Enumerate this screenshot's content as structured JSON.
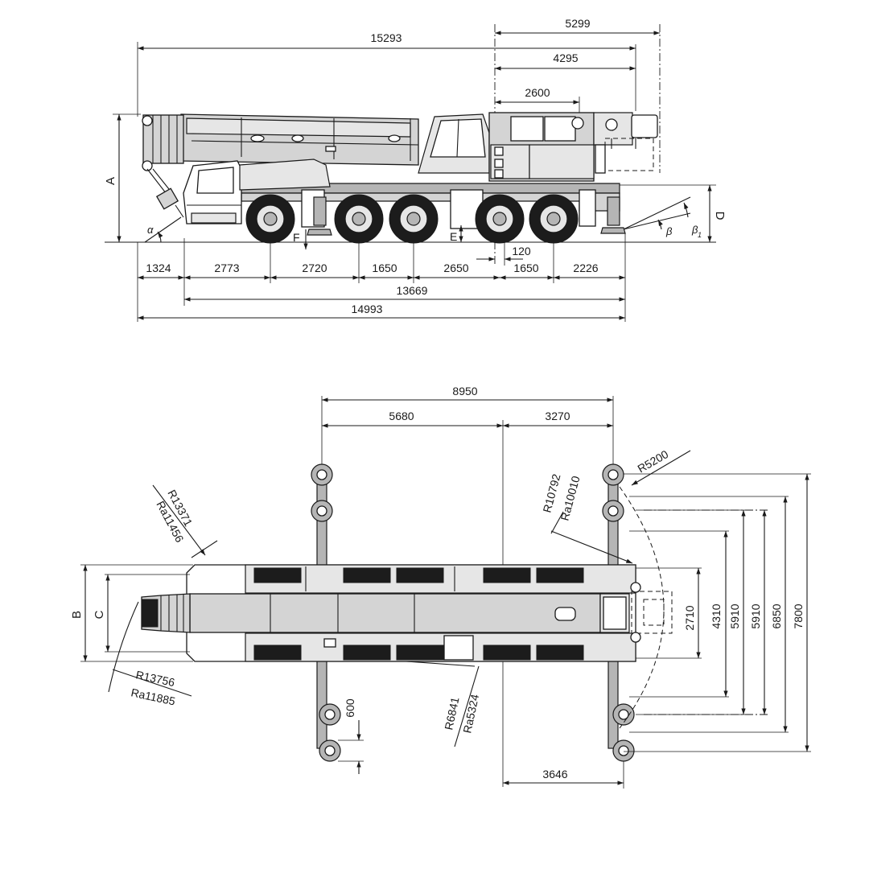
{
  "side_view": {
    "overall_dims": [
      "15293",
      "5299",
      "4295",
      "2600"
    ],
    "letters": {
      "A": "A",
      "D": "D",
      "E": "E",
      "F": "F",
      "alpha": "α",
      "beta": "β",
      "beta1": "β",
      "beta1_sub": "1"
    },
    "axle_dims": [
      "1324",
      "2773",
      "2720",
      "1650",
      "2650",
      "1650",
      "2226"
    ],
    "small_dim": "120",
    "wheelbase_dim": "13669",
    "length_dim": "14993"
  },
  "top_view": {
    "outrigger_span": "8950",
    "front_span": "5680",
    "rear_span": "3270",
    "letters": {
      "B": "B",
      "C": "C"
    },
    "radii": {
      "front_top": "R13371",
      "front_top_a": "Ra11456",
      "front_bottom": "R13756",
      "front_bottom_a": "Ra11885",
      "rear_top": "R10792",
      "rear_top_a": "Ra10010",
      "rear_swing": "R5200",
      "mid": "R6841",
      "mid_a": "Ra5324"
    },
    "widths": [
      "2710",
      "4310",
      "5910",
      "5910",
      "6850",
      "7800"
    ],
    "pad_dim": "600",
    "rear_offset": "3646"
  }
}
